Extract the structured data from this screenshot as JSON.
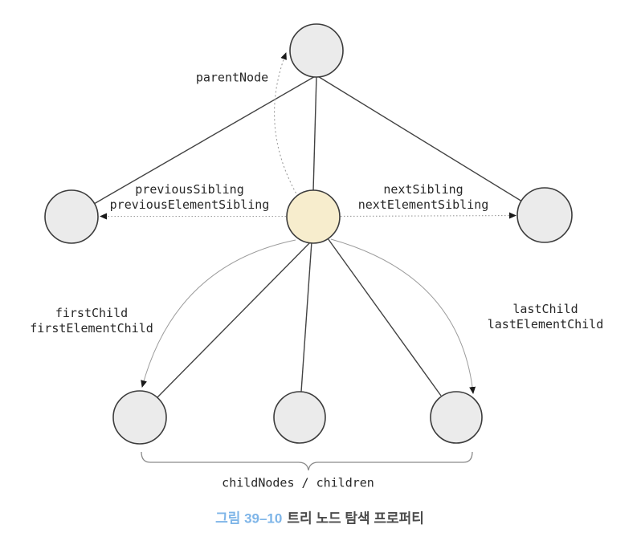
{
  "colors": {
    "node_fill": "#ebebeb",
    "node_stroke": "#3c3c3c",
    "current_node_fill": "#f7edcd",
    "edge_line": "#424242",
    "dotted_arrow": "#9c9c9c",
    "arrowhead": "#1a1a1a",
    "brace": "#8a8a8a",
    "label_text": "#272727",
    "caption_accent": "#7eb5e8",
    "caption_text": "#4b4b4b"
  },
  "diagram": {
    "labels": {
      "parent": "parentNode",
      "previous_sibling_line1": "previousSibling",
      "previous_sibling_line2": "previousElementSibling",
      "next_sibling_line1": "nextSibling",
      "next_sibling_line2": "nextElementSibling",
      "first_child_line1": "firstChild",
      "first_child_line2": "firstElementChild",
      "last_child_line1": "lastChild",
      "last_child_line2": "lastElementChild",
      "children_group": "childNodes / children"
    }
  },
  "caption": {
    "figure_label": "그림 39–10",
    "text": "트리 노드 탐색 프로퍼티"
  }
}
